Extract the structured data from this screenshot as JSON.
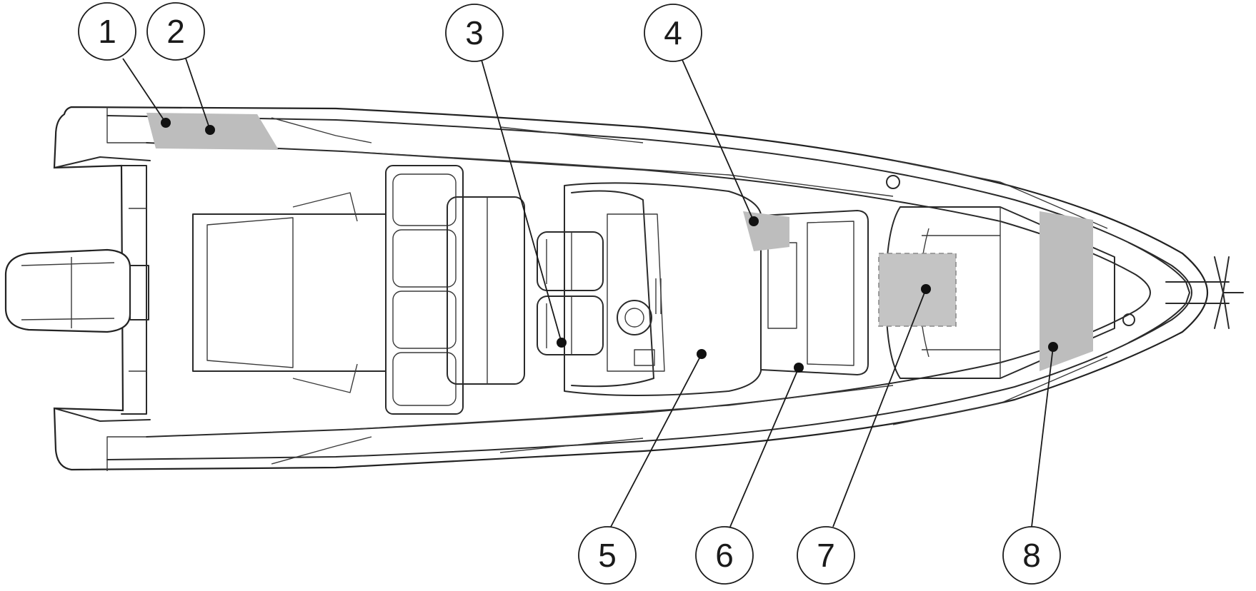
{
  "diagram": {
    "callouts": [
      {
        "id": "1",
        "label": "1"
      },
      {
        "id": "2",
        "label": "2"
      },
      {
        "id": "3",
        "label": "3"
      },
      {
        "id": "4",
        "label": "4"
      },
      {
        "id": "5",
        "label": "5"
      },
      {
        "id": "6",
        "label": "6"
      },
      {
        "id": "7",
        "label": "7"
      },
      {
        "id": "8",
        "label": "8"
      }
    ],
    "colors": {
      "line": "#2a2a2a",
      "zone_fill": "#bdbdbd",
      "dashed_zone_fill": "#c4c4c4",
      "background": "#ffffff"
    }
  }
}
